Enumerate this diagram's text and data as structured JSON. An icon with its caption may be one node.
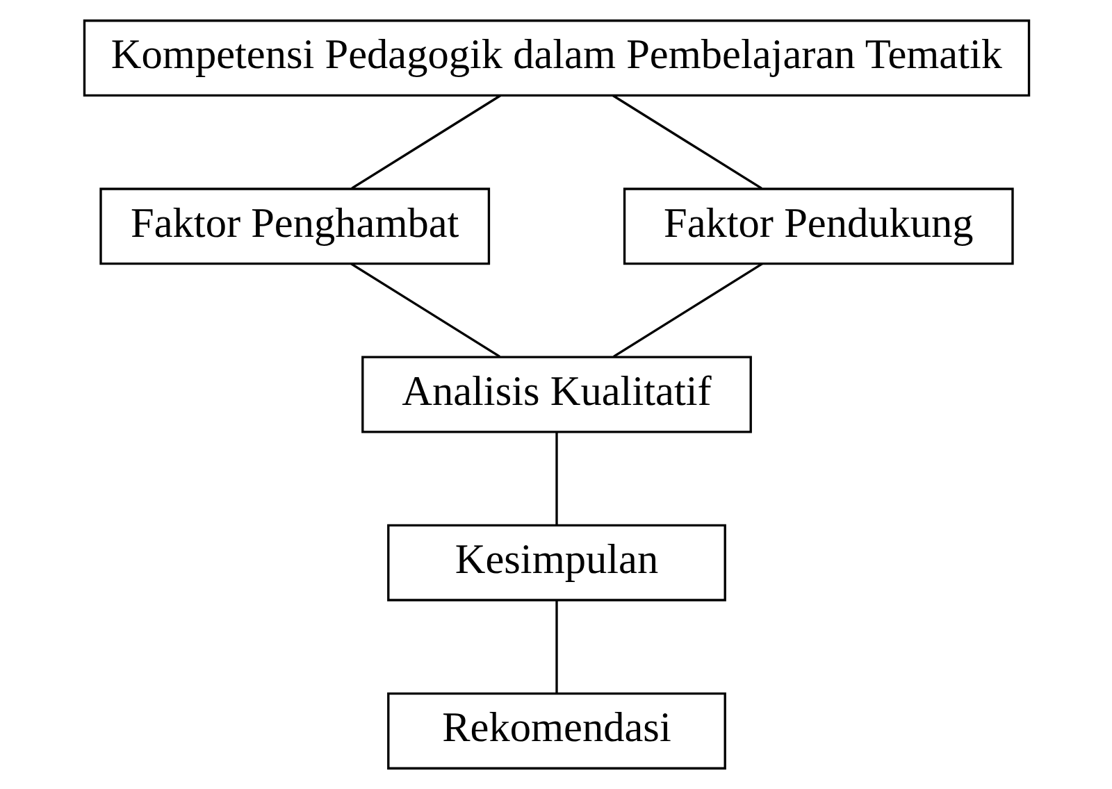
{
  "diagram": {
    "nodes": [
      {
        "text": [
          "Kompetensi Pedagogik dalam Pembelajaran Tematik"
        ]
      },
      {
        "text": [
          "Faktor Penghambat"
        ]
      },
      {
        "text": [
          "Faktor Pendukung"
        ]
      },
      {
        "text": [
          "Analisis Kualitatif"
        ]
      },
      {
        "text": [
          "Kesimpulan"
        ]
      },
      {
        "text": [
          "Rekomendasi"
        ]
      }
    ],
    "edges": [
      {
        "from": 0,
        "to": 1,
        "arrow": "none"
      },
      {
        "from": 0,
        "to": 2,
        "arrow": "none"
      },
      {
        "from": 1,
        "to": 3,
        "arrow": "none"
      },
      {
        "from": 2,
        "to": 3,
        "arrow": "none"
      },
      {
        "from": 3,
        "to": 4,
        "arrow": "none"
      },
      {
        "from": 4,
        "to": 5,
        "arrow": "none"
      }
    ]
  }
}
